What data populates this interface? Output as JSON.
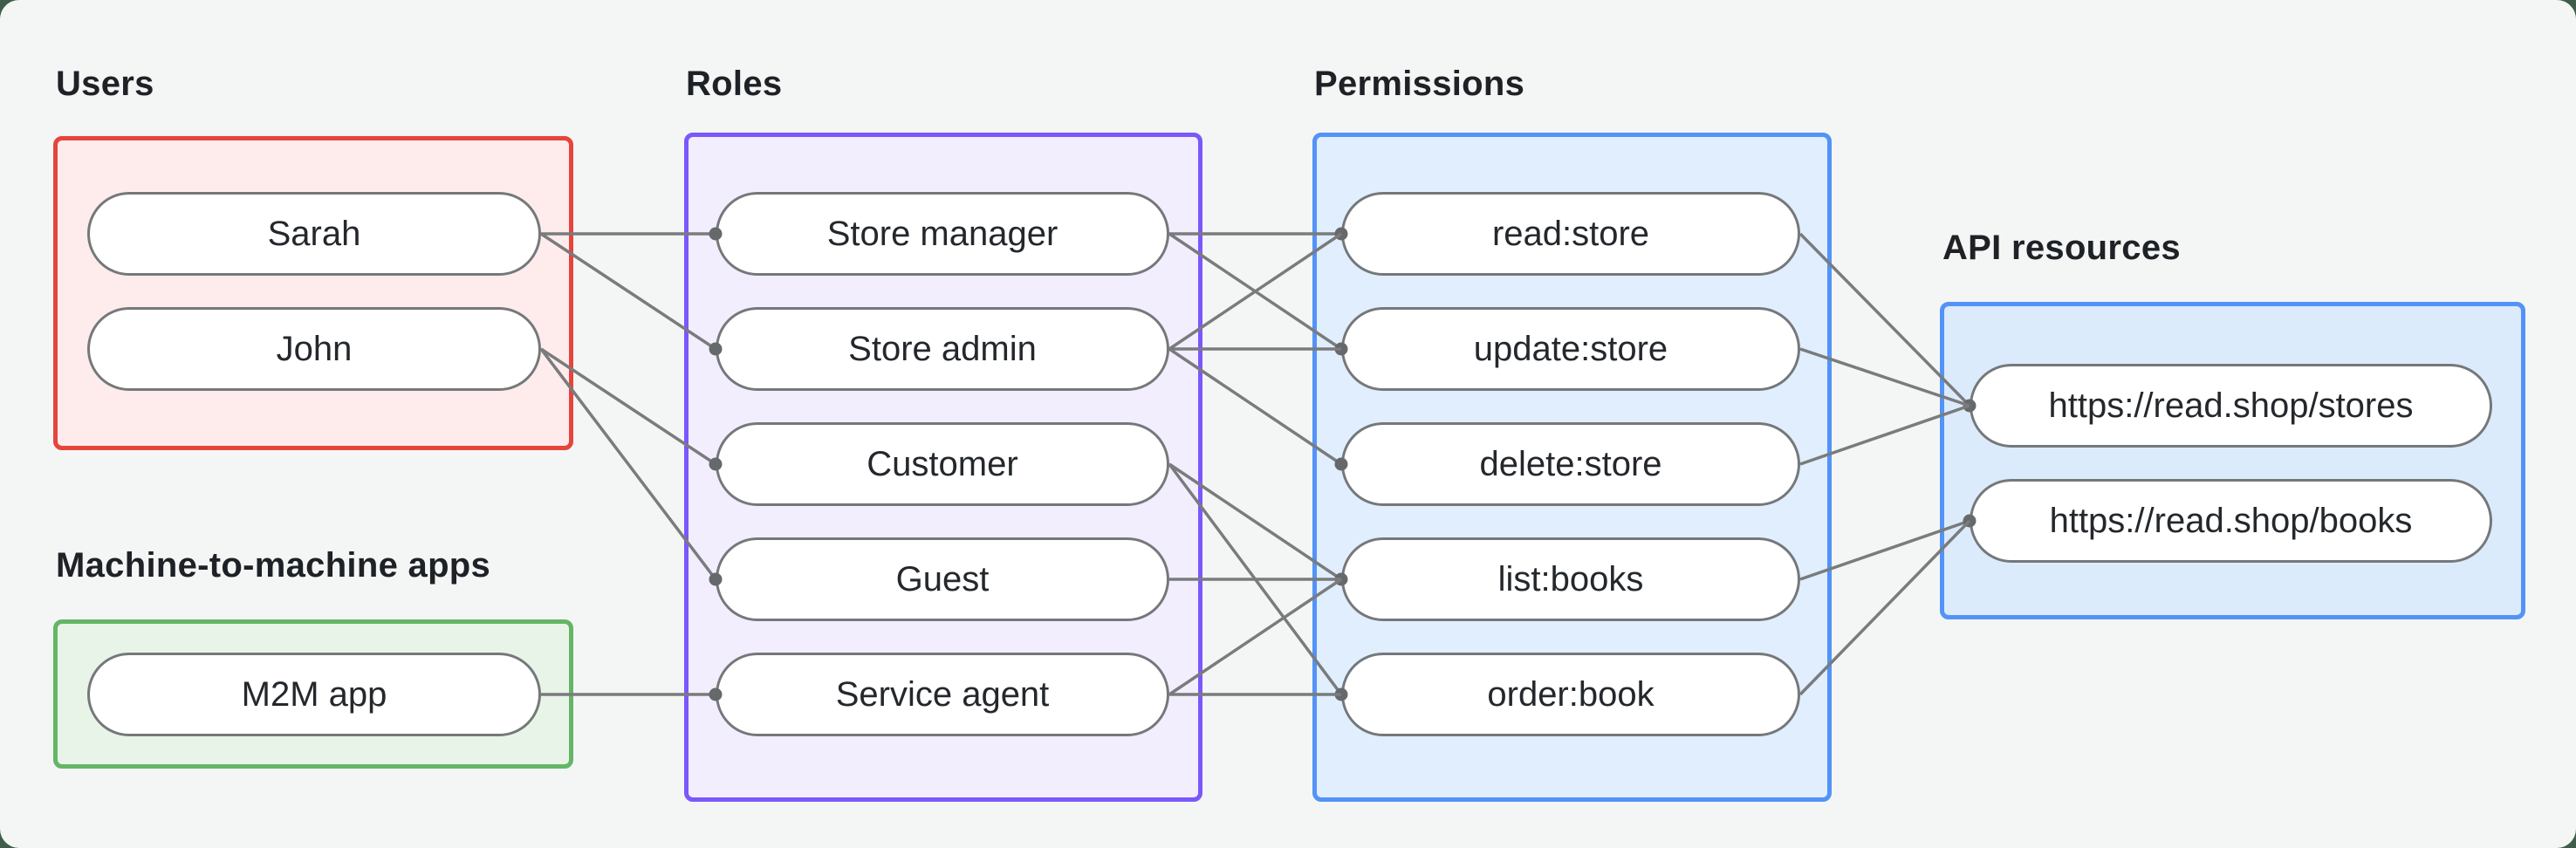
{
  "diagram": {
    "groups": {
      "users": {
        "title": "Users",
        "nodes": [
          {
            "id": "sarah",
            "label": "Sarah"
          },
          {
            "id": "john",
            "label": "John"
          }
        ]
      },
      "m2m_apps": {
        "title": "Machine-to-machine apps",
        "nodes": [
          {
            "id": "m2m-app",
            "label": "M2M app"
          }
        ]
      },
      "roles": {
        "title": "Roles",
        "nodes": [
          {
            "id": "store-manager",
            "label": "Store manager"
          },
          {
            "id": "store-admin",
            "label": "Store admin"
          },
          {
            "id": "customer",
            "label": "Customer"
          },
          {
            "id": "guest",
            "label": "Guest"
          },
          {
            "id": "service-agent",
            "label": "Service agent"
          }
        ]
      },
      "permissions": {
        "title": "Permissions",
        "nodes": [
          {
            "id": "read-store",
            "label": "read:store"
          },
          {
            "id": "update-store",
            "label": "update:store"
          },
          {
            "id": "delete-store",
            "label": "delete:store"
          },
          {
            "id": "list-books",
            "label": "list:books"
          },
          {
            "id": "order-book",
            "label": "order:book"
          }
        ]
      },
      "api_resources": {
        "title": "API resources",
        "nodes": [
          {
            "id": "stores",
            "label": "https://read.shop/stores"
          },
          {
            "id": "books",
            "label": "https://read.shop/books"
          }
        ]
      }
    },
    "edges": [
      [
        "sarah",
        "store-manager"
      ],
      [
        "sarah",
        "store-admin"
      ],
      [
        "john",
        "customer"
      ],
      [
        "john",
        "guest"
      ],
      [
        "m2m-app",
        "service-agent"
      ],
      [
        "store-manager",
        "read-store"
      ],
      [
        "store-manager",
        "update-store"
      ],
      [
        "store-admin",
        "read-store"
      ],
      [
        "store-admin",
        "update-store"
      ],
      [
        "store-admin",
        "delete-store"
      ],
      [
        "customer",
        "list-books"
      ],
      [
        "customer",
        "order-book"
      ],
      [
        "guest",
        "list-books"
      ],
      [
        "service-agent",
        "list-books"
      ],
      [
        "service-agent",
        "order-book"
      ],
      [
        "read-store",
        "stores"
      ],
      [
        "update-store",
        "stores"
      ],
      [
        "delete-store",
        "stores"
      ],
      [
        "list-books",
        "books"
      ],
      [
        "order-book",
        "books"
      ]
    ],
    "colors": {
      "page_bg": "#3d5f49",
      "panel_bg": "#f4f6f5",
      "users_border": "#e5453c",
      "users_fill": "#fdeceb",
      "m2m_border": "#64b666",
      "m2m_fill": "#e9f4e8",
      "roles_border": "#7a58fc",
      "roles_fill": "#f2eefe",
      "permissions_border": "#5393f7",
      "permissions_fill": "#e1eefd",
      "api_border": "#5393f7",
      "api_fill": "#dcebfc",
      "node_border": "#75787a",
      "node_fill": "#ffffff",
      "node_text": "#24282c",
      "title_text": "#1e2126",
      "edge": "#797b7d",
      "dot": "#66696b"
    }
  }
}
